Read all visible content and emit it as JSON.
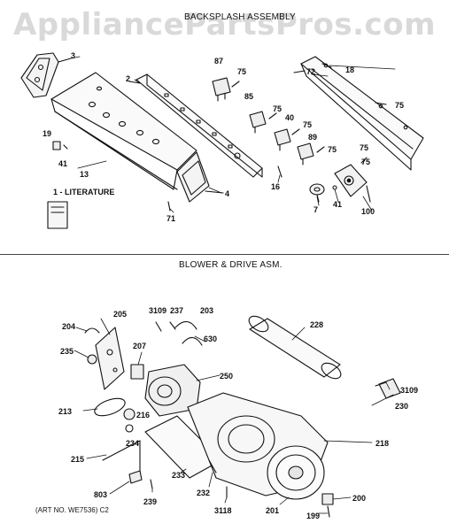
{
  "watermark": "AppliancePartsPros.com",
  "sections": {
    "backsplash_title": "BACKSPLASH ASSEMBLY",
    "blower_title": "BLOWER & DRIVE ASM."
  },
  "art_number": "(ART NO. WE7536) C2",
  "callouts": {
    "c3": "3",
    "c2": "2",
    "c87": "87",
    "c75a": "75",
    "c72": "72",
    "c18": "18",
    "c85": "85",
    "c75b": "75",
    "c75c": "75",
    "c40": "40",
    "c75d": "75",
    "c75e": "75",
    "c89": "89",
    "c75f": "75",
    "c75g": "75",
    "c19": "19",
    "c41a": "41",
    "c13": "13",
    "c16": "16",
    "c41b": "41",
    "c100": "100",
    "c7": "7",
    "c4": "4",
    "c71": "71",
    "literature": "1 - LITERATURE",
    "c3109a": "3109",
    "c237": "237",
    "c203": "203",
    "c205": "205",
    "c204": "204",
    "c228": "228",
    "c630": "630",
    "c207": "207",
    "c235": "235",
    "c250": "250",
    "c3109b": "3109",
    "c230": "230",
    "c213": "213",
    "c216": "216",
    "c234": "234",
    "c218": "218",
    "c215": "215",
    "c233": "233",
    "c803": "803",
    "c239": "239",
    "c232": "232",
    "c200": "200",
    "c3118": "3118",
    "c201": "201",
    "c199": "199"
  }
}
